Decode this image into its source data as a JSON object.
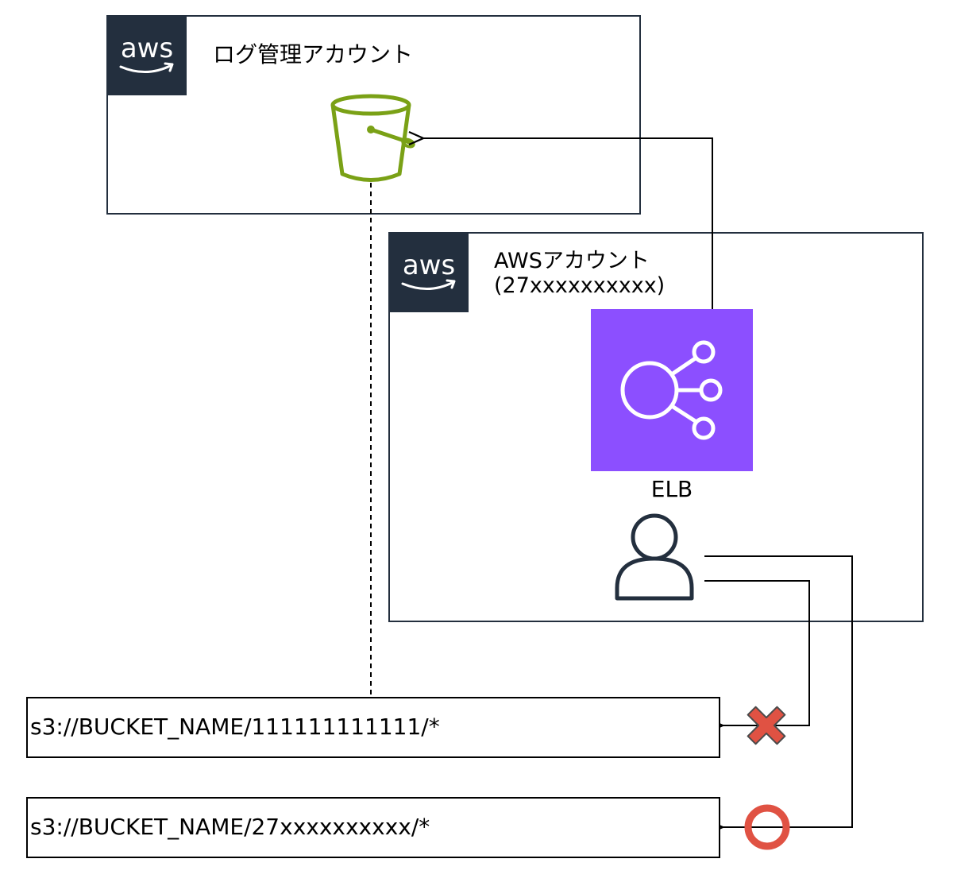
{
  "log_account": {
    "aws_logo_text": "aws",
    "title": "ログ管理アカウント"
  },
  "workload_account": {
    "aws_logo_text": "aws",
    "title": "AWSアカウント",
    "account_id": "(27xxxxxxxxxx)"
  },
  "services": {
    "s3_bucket_icon": "s3-bucket-icon",
    "elb": {
      "icon": "elb-icon",
      "label": "ELB"
    },
    "user_icon": "user-icon"
  },
  "paths": [
    {
      "text": "s3://BUCKET_NAME/111111111111/*",
      "result": "denied"
    },
    {
      "text": "s3://BUCKET_NAME/27xxxxxxxxxx/*",
      "result": "allowed"
    }
  ],
  "colors": {
    "aws_badge": "#232f3e",
    "s3_bucket": "#7aa116",
    "elb_background": "#8c4fff",
    "denied_mark": "#e05243",
    "allowed_mark": "#e05243",
    "border": "#232f3e"
  }
}
